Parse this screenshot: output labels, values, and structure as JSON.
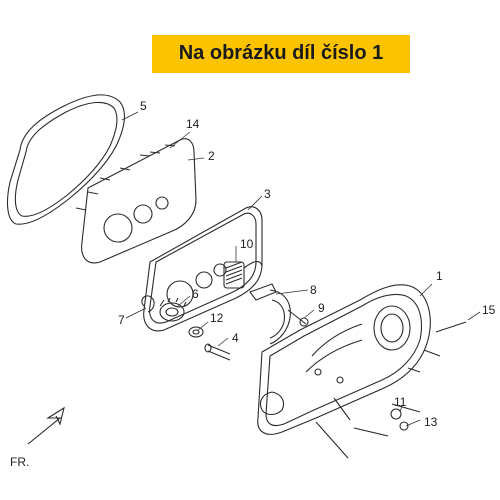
{
  "banner": {
    "text": "Na obrázku díl číslo 1",
    "color": "#fcc400"
  },
  "diagram": {
    "front_label": "FR.",
    "callouts": [
      "1",
      "2",
      "3",
      "4",
      "5",
      "6",
      "7",
      "8",
      "9",
      "10",
      "11",
      "12",
      "13",
      "14",
      "15"
    ]
  }
}
